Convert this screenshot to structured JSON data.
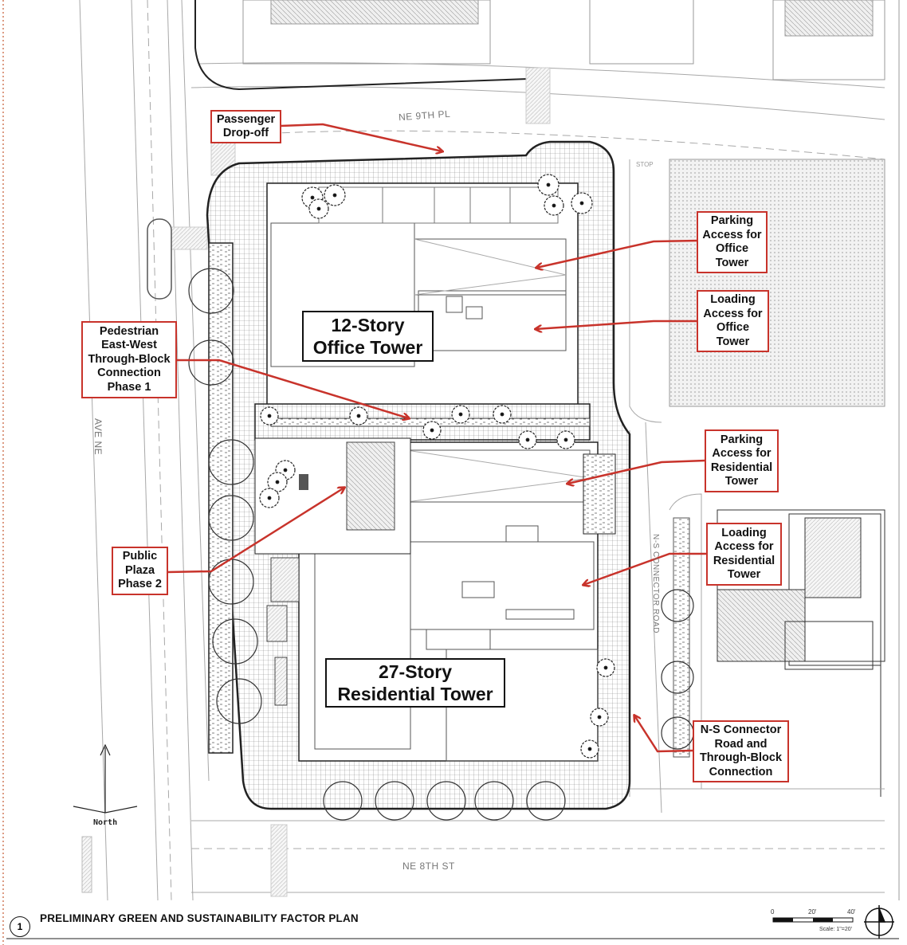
{
  "streets": {
    "ne9th": "NE 9TH PL",
    "ne8th": "NE 8TH ST",
    "ave": "AVE NE",
    "connector": "N-S CONNECTOR ROAD",
    "stop": "STOP"
  },
  "towers": {
    "office": [
      "12-Story",
      "Office Tower"
    ],
    "residential": [
      "27-Story",
      "Residential Tower"
    ]
  },
  "callouts": {
    "passenger": [
      "Passenger",
      "Drop-off"
    ],
    "parking_office": [
      "Parking",
      "Access for",
      "Office",
      "Tower"
    ],
    "loading_office": [
      "Loading",
      "Access for",
      "Office",
      "Tower"
    ],
    "pedestrian": [
      "Pedestrian",
      "East-West",
      "Through-Block",
      "Connection",
      "Phase 1"
    ],
    "parking_residential": [
      "Parking",
      "Access for",
      "Residential",
      "Tower"
    ],
    "loading_residential": [
      "Loading",
      "Access for",
      "Residential",
      "Tower"
    ],
    "plaza": [
      "Public",
      "Plaza",
      "Phase 2"
    ],
    "connector": [
      "N-S Connector",
      "Road and",
      "Through-Block",
      "Connection"
    ]
  },
  "north_label": "North",
  "footer": {
    "sheet_number": "1",
    "title": "PRELIMINARY GREEN AND SUSTAINABILITY FACTOR PLAN",
    "scale_0": "0",
    "scale_20": "20'",
    "scale_40": "40'",
    "scale_text": "Scale: 1\"=20'"
  },
  "colors": {
    "callout_red": "#c8332b",
    "linework": "#9a9a9a",
    "site_outline": "#222222"
  }
}
